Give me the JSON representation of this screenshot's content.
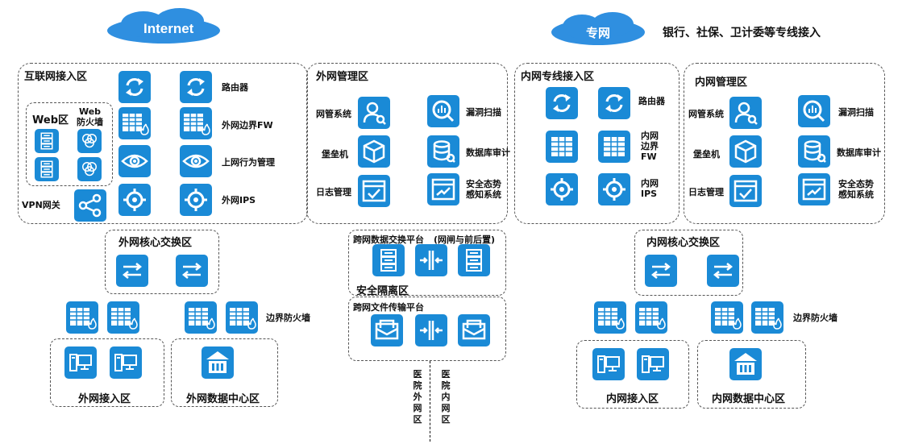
{
  "clouds": {
    "internet": "Internet",
    "private": "专网",
    "private_note": "银行、社保、卫计委等专线接入"
  },
  "zones": {
    "internet_access": "互联网接入区",
    "web": "Web区",
    "web_fw": "Web\n防火墙",
    "outer_mgmt": "外网管理区",
    "private_access": "内网专线接入区",
    "inner_mgmt": "内网管理区",
    "outer_core": "外网核心交换区",
    "exchange_platform": "跨网数据交换平台",
    "exchange_note": "(网闸与前后置)",
    "isolation": "安全隔离区",
    "file_platform": "跨网文件传输平台",
    "inner_core": "内网核心交换区",
    "outer_client": "外网接入区",
    "outer_dc": "外网数据中心区",
    "inner_client": "内网接入区",
    "inner_dc": "内网数据中心区"
  },
  "labels": {
    "router": "路由器",
    "outer_fw": "外网边界FW",
    "behavior": "上网行为管理",
    "outer_ips": "外网IPS",
    "vpn": "VPN网关",
    "nms": "网管系统",
    "vuln": "漏洞扫描",
    "bastion": "堡垒机",
    "db_audit": "数据库审计",
    "log": "日志管理",
    "situation": "安全态势\n感知系统",
    "router2": "路由器",
    "inner_fw": "内网\n边界\nFW",
    "inner_ips": "内网\nIPS",
    "nms2": "网管系统",
    "vuln2": "漏洞扫描",
    "bastion2": "堡垒机",
    "db_audit2": "数据库审计",
    "log2": "日志管理",
    "situation2": "安全态势\n感知系统",
    "border_fw_left": "边界防火墙",
    "border_fw_right": "边界防火墙",
    "hospital_outer": "医院外网区",
    "hospital_inner": "医院内网区"
  },
  "colors": {
    "icon_blue": "#1a8ad6",
    "cloud_blue": "#2f8fe0"
  }
}
